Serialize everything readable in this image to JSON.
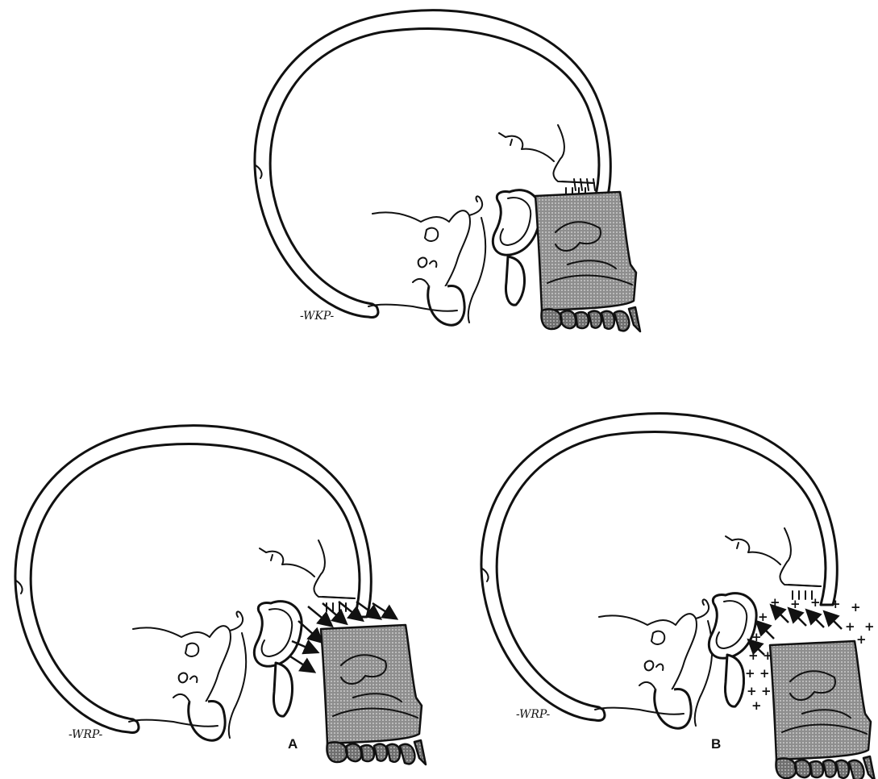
{
  "figure": {
    "panels": [
      {
        "id": "top",
        "signature": "-WKP-",
        "label": ""
      },
      {
        "id": "A",
        "signature": "-WRP-",
        "label": "A"
      },
      {
        "id": "B",
        "signature": "-WRP-",
        "label": "B"
      }
    ]
  }
}
